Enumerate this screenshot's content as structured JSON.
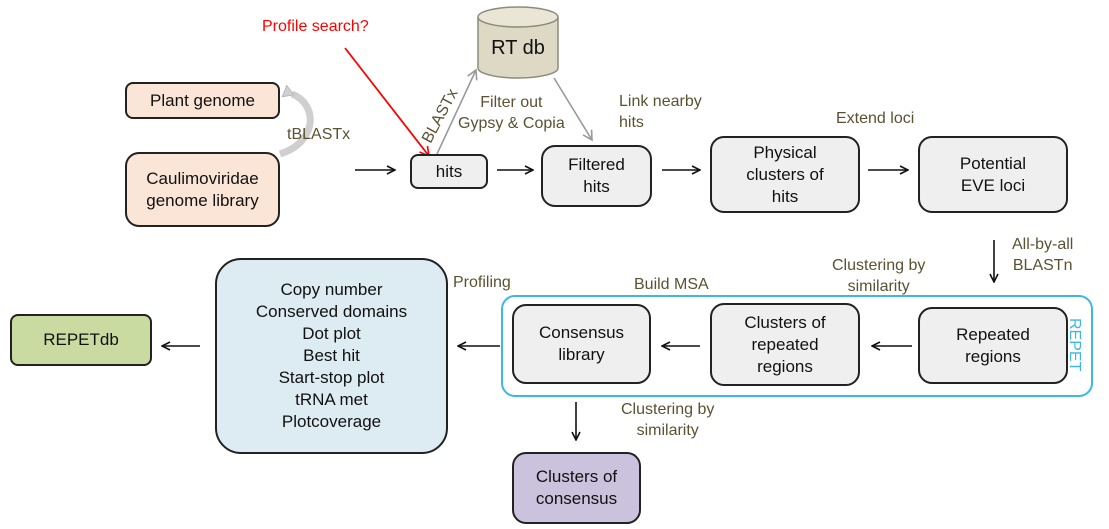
{
  "diagram": {
    "nodes": {
      "plant_genome": "Plant genome",
      "caulimoviridae_library": "Caulimoviridae\ngenome library",
      "hits": "hits",
      "rt_db": "RT db",
      "filtered_hits": "Filtered\nhits",
      "physical_clusters": "Physical\nclusters of\nhits",
      "potential_eve": "Potential\nEVE loci",
      "repeated_regions": "Repeated\nregions",
      "clusters_repeated": "Clusters of\nrepeated\nregions",
      "consensus_library": "Consensus\nlibrary",
      "profiling_list": "Copy number\nConserved domains\nDot plot\nBest hit\nStart-stop plot\ntRNA met\nPlotcoverage",
      "repetdb": "REPETdb",
      "clusters_consensus": "Clusters of\nconsensus"
    },
    "edge_labels": {
      "profile_search": "Profile search?",
      "tblastx": "tBLASTx",
      "blastx": "BLASTx",
      "filter_out": "Filter out\nGypsy & Copia",
      "link_nearby": "Link nearby\nhits",
      "extend_loci": "Extend loci",
      "all_by_all": "All-by-all\nBLASTn",
      "clustering_1": "Clustering by\nsimilarity",
      "build_msa": "Build MSA",
      "profiling": "Profiling",
      "clustering_2": "Clustering by\nsimilarity"
    },
    "group_label": "REPET",
    "colors": {
      "peach": "#fbe5d6",
      "grey": "#efefef",
      "blue": "#ddebf3",
      "green": "#c9dba0",
      "purple": "#cbc3de",
      "db_tan": "#ddd9c4",
      "repet_frame": "#3cb7e6",
      "red_label": "#ff0000",
      "label_text": "#5a5232"
    }
  }
}
